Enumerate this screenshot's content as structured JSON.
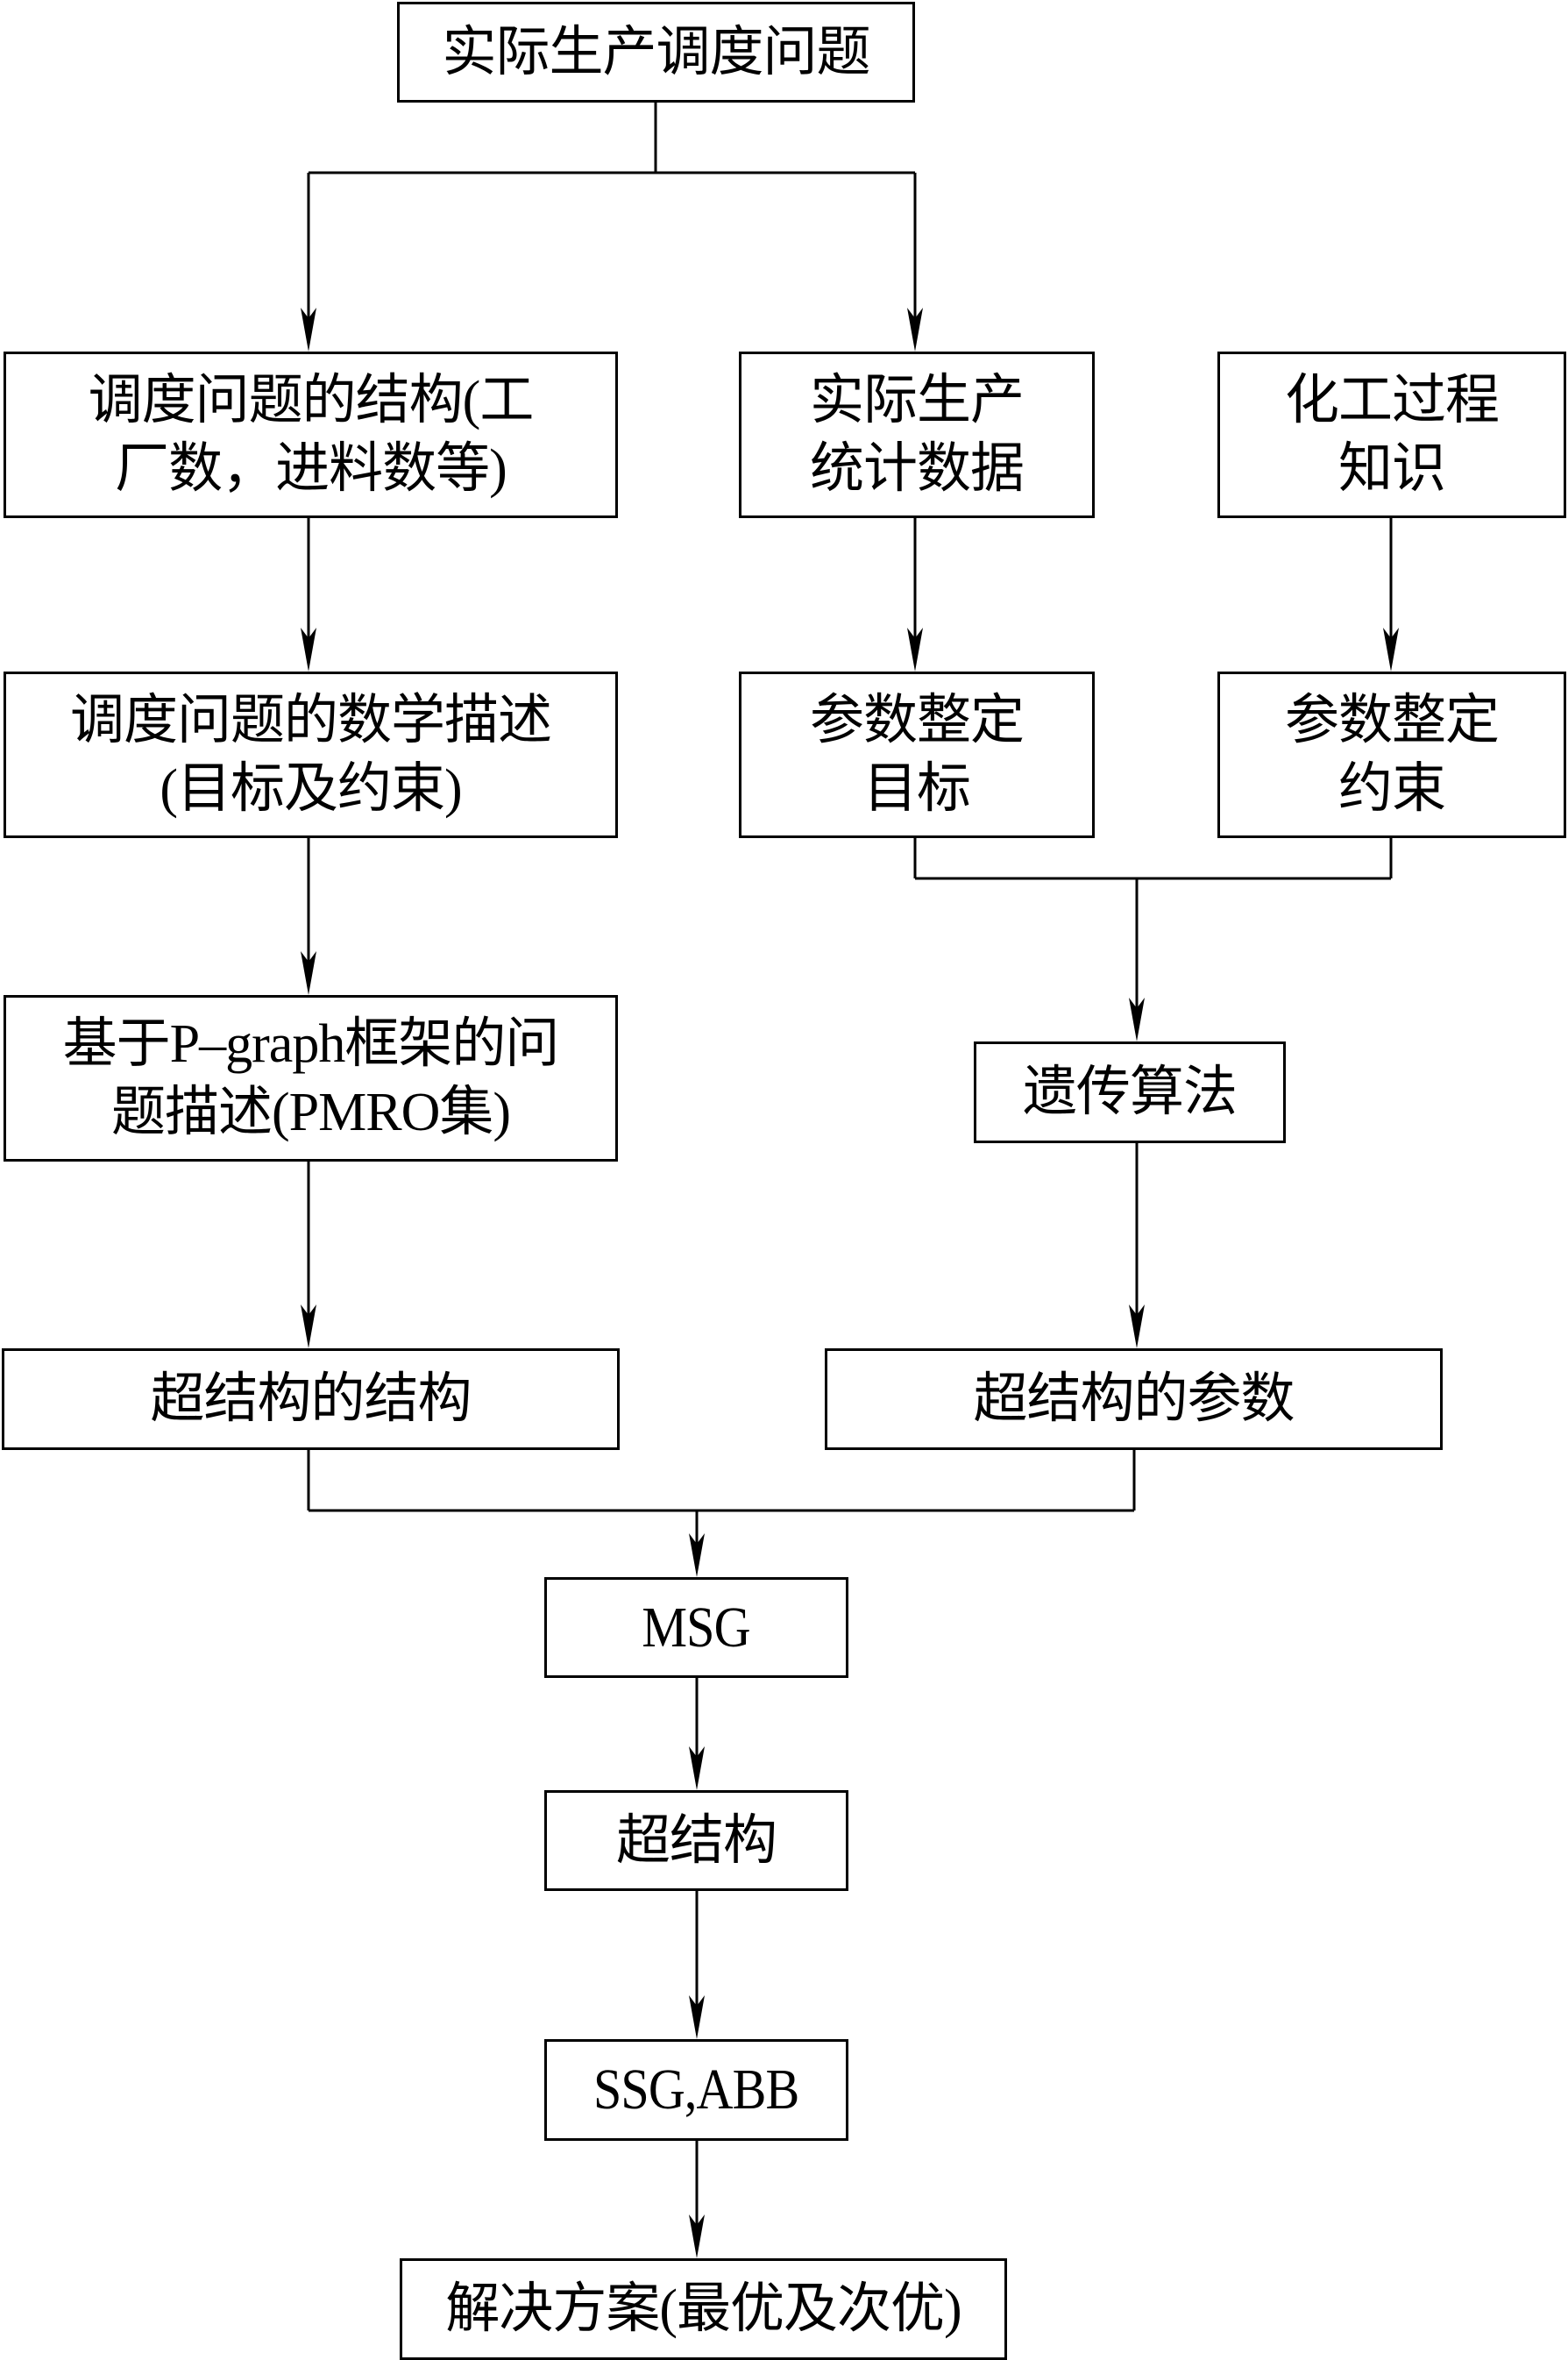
{
  "diagram": {
    "type": "flowchart",
    "nodes": {
      "top": {
        "label": "实际生产调度问题"
      },
      "r2a": {
        "label": "调度问题的结构(工\n厂数，进料数等)"
      },
      "r2b": {
        "label": "实际生产\n统计数据"
      },
      "r2c": {
        "label": "化工过程\n知识"
      },
      "r3a": {
        "label": "调度问题的数学描述\n(目标及约束)"
      },
      "r3b": {
        "label": "参数整定\n目标"
      },
      "r3c": {
        "label": "参数整定\n约束"
      },
      "r4a": {
        "label": "基于P–graph框架的问\n题描述(PMRO集)"
      },
      "ga": {
        "label": "遗传算法"
      },
      "r5a": {
        "label": "超结构的结构"
      },
      "r5b": {
        "label": "超结构的参数"
      },
      "msg": {
        "label": "MSG"
      },
      "super": {
        "label": "超结构"
      },
      "ssg": {
        "label": "SSG,ABB"
      },
      "final": {
        "label": "解决方案(最优及次优)"
      }
    },
    "edges": [
      {
        "from": "top",
        "to": "r2a"
      },
      {
        "from": "top",
        "to": "r2b"
      },
      {
        "from": "r2a",
        "to": "r3a"
      },
      {
        "from": "r2b",
        "to": "r3b"
      },
      {
        "from": "r2c",
        "to": "r3c"
      },
      {
        "from": "r3a",
        "to": "r4a"
      },
      {
        "from": "r3b",
        "to": "ga"
      },
      {
        "from": "r3c",
        "to": "ga"
      },
      {
        "from": "r4a",
        "to": "r5a"
      },
      {
        "from": "ga",
        "to": "r5b"
      },
      {
        "from": "r5a",
        "to": "msg"
      },
      {
        "from": "r5b",
        "to": "msg"
      },
      {
        "from": "msg",
        "to": "super"
      },
      {
        "from": "super",
        "to": "ssg"
      },
      {
        "from": "ssg",
        "to": "final"
      }
    ],
    "colors": {
      "stroke": "#000000",
      "background": "#ffffff",
      "text": "#000000"
    }
  }
}
